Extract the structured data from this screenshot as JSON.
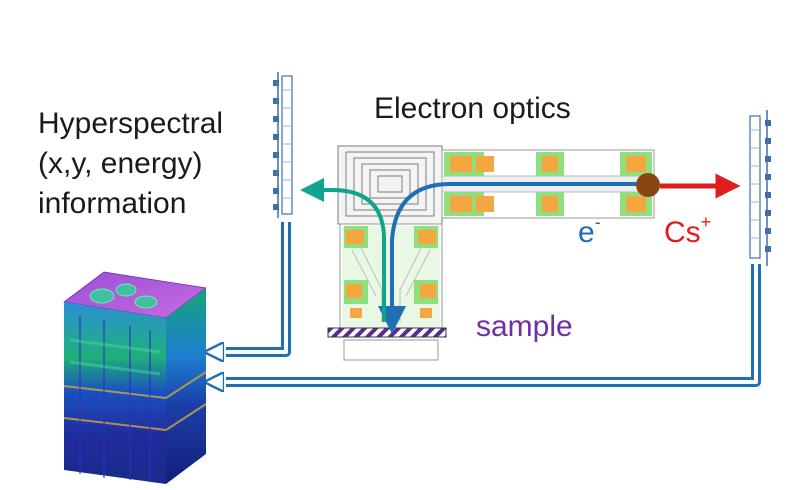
{
  "labels": {
    "title": "Electron optics",
    "hyperspectral": [
      "Hyperspectral",
      "(x,y, energy)",
      "information"
    ],
    "electron_base": "e",
    "electron_sup": "-",
    "cesium_base": "Cs",
    "cesium_sup": "+",
    "sample": "sample"
  },
  "colors": {
    "beam_blue": "#1f6fb5",
    "teal_arrow": "#12a38e",
    "cs_red": "#e21b1b",
    "sample_purple": "#7030a0",
    "electrode_orange": "#f4a640",
    "electrode_green": "#8ee07c",
    "detector_blue": "#3f6fb0"
  },
  "icons": [
    "left-detector-icon",
    "right-detector-icon",
    "cs-source-dot-icon",
    "hyperspectral-cube-icon"
  ]
}
